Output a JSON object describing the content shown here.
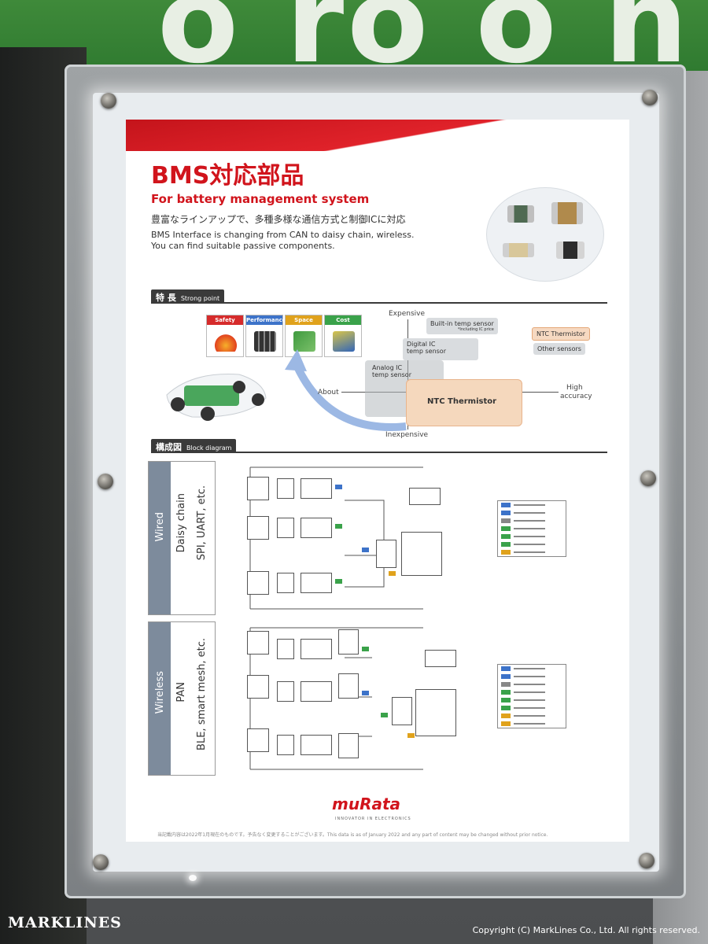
{
  "poster": {
    "title": "BMS対応部品",
    "subtitle": "For battery management system",
    "lead_ja": "豊富なラインアップで、多種多様な通信方式と制御ICに対応",
    "lead_en_1": "BMS Interface is changing from CAN to daisy chain, wireless.",
    "lead_en_2": "You can find suitable passive components."
  },
  "sections": {
    "strong": {
      "ja": "特 長",
      "en": "Strong point"
    },
    "block": {
      "ja": "構成図",
      "en": "Block diagram"
    }
  },
  "features": [
    {
      "label": "Safety",
      "color": "#d62b2b"
    },
    {
      "label": "Performance",
      "color": "#3d73c9"
    },
    {
      "label": "Space",
      "color": "#e0a21c"
    },
    {
      "label": "Cost",
      "color": "#3aa24a"
    }
  ],
  "chart": {
    "expensive": "Expensive",
    "inexpensive": "Inexpensive",
    "about": "About",
    "high_accuracy_1": "High",
    "high_accuracy_2": "accuracy",
    "builtin": "Built-in temp sensor",
    "builtin_note": "*Including IC price",
    "digital_1": "Digital IC",
    "digital_2": "temp sensor",
    "analog_1": "Analog IC",
    "analog_2": "temp sensor",
    "ntc": "NTC Thermistor",
    "legend_ntc": "NTC Thermistor",
    "legend_other": "Other sensors"
  },
  "blocks": {
    "wired": {
      "type": "Wired",
      "proto": "Daisy chain",
      "bus": "SPI, UART, etc."
    },
    "wireless": {
      "type": "Wireless",
      "proto": "PAN",
      "bus": "BLE, smart mesh, etc."
    }
  },
  "brand": {
    "logo": "muRata",
    "tagline": "INNOVATOR IN ELECTRONICS"
  },
  "disclaimer": "当記載内容は2022年1月現在のものです。予告なく変更することがございます。This data is as of January 2022 and any part of content may be changed without prior notice.",
  "watermark": {
    "logo": "MARKLINES",
    "copyright": "Copyright (C) MarkLines Co., Ltd. All rights reserved."
  }
}
